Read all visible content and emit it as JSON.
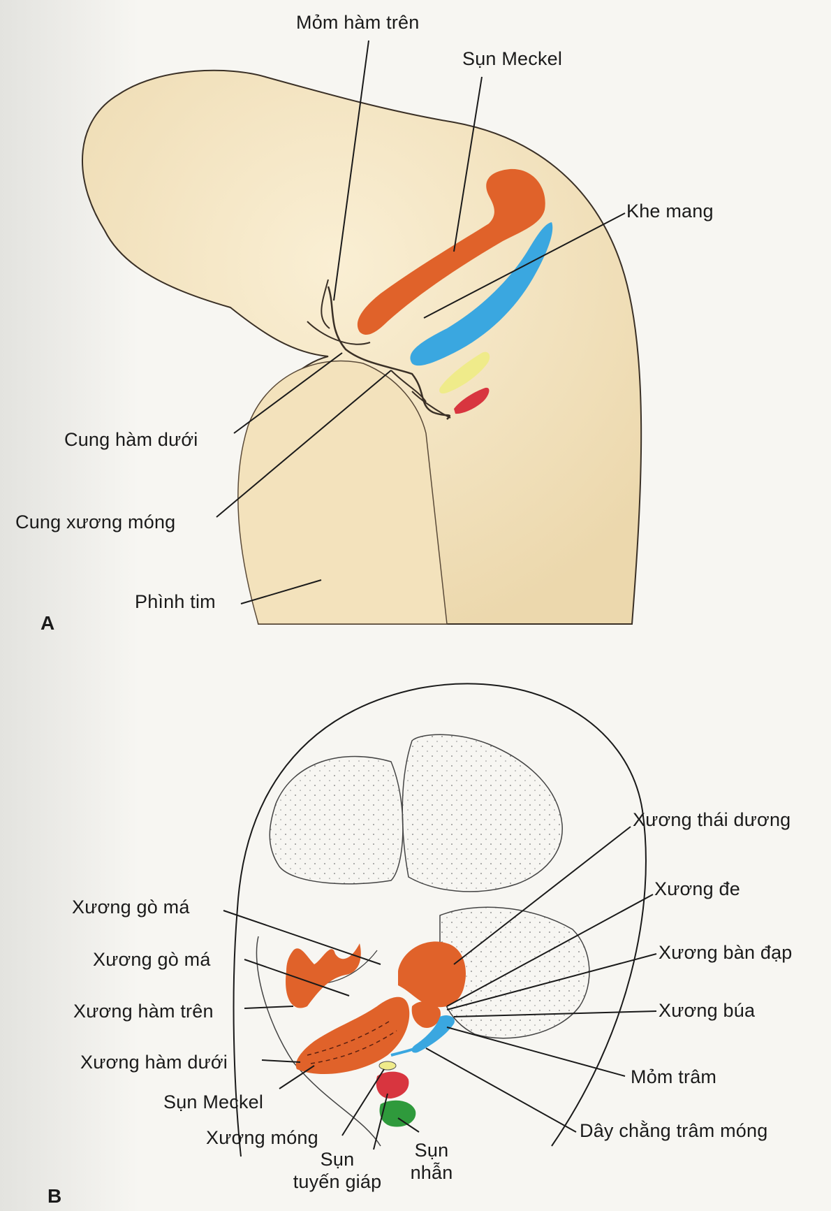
{
  "panels": [
    {
      "letter": "A",
      "labels": {
        "mom_ham_tren": "Mỏm hàm trên",
        "sun_meckel": "Sụn Meckel",
        "khe_mang": "Khe mang",
        "cung_ham_duoi": "Cung hàm dưới",
        "cung_xuong_mong": "Cung xương móng",
        "phinh_tim": "Phình tim"
      }
    },
    {
      "letter": "B",
      "labels": {
        "xuong_thai_duong": "Xương thái dương",
        "xuong_de": "Xương đe",
        "xuong_ban_dap": "Xương bàn đạp",
        "xuong_bua": "Xương búa",
        "mom_tram": "Mỏm trâm",
        "day_chang_tram_mong": "Dây chằng trâm móng",
        "xuong_go_ma_1": "Xương gò má",
        "xuong_go_ma_2": "Xương gò má",
        "xuong_ham_tren": "Xương hàm trên",
        "xuong_ham_duoi": "Xương hàm dưới",
        "sun_meckel": "Sụn Meckel",
        "xuong_mong": "Xương móng",
        "sun_tuyen_giap_1": "Sụn",
        "sun_tuyen_giap_2": "tuyến giáp",
        "sun_nhan_1": "Sụn",
        "sun_nhan_2": "nhẫn"
      }
    }
  ],
  "colors": {
    "skin": "#f5e6c4",
    "orange": "#e0622a",
    "blue": "#3aa7e0",
    "yellow": "#efeb8a",
    "red": "#d8353f",
    "green": "#2f9a3c",
    "line": "#1a1a1a"
  }
}
